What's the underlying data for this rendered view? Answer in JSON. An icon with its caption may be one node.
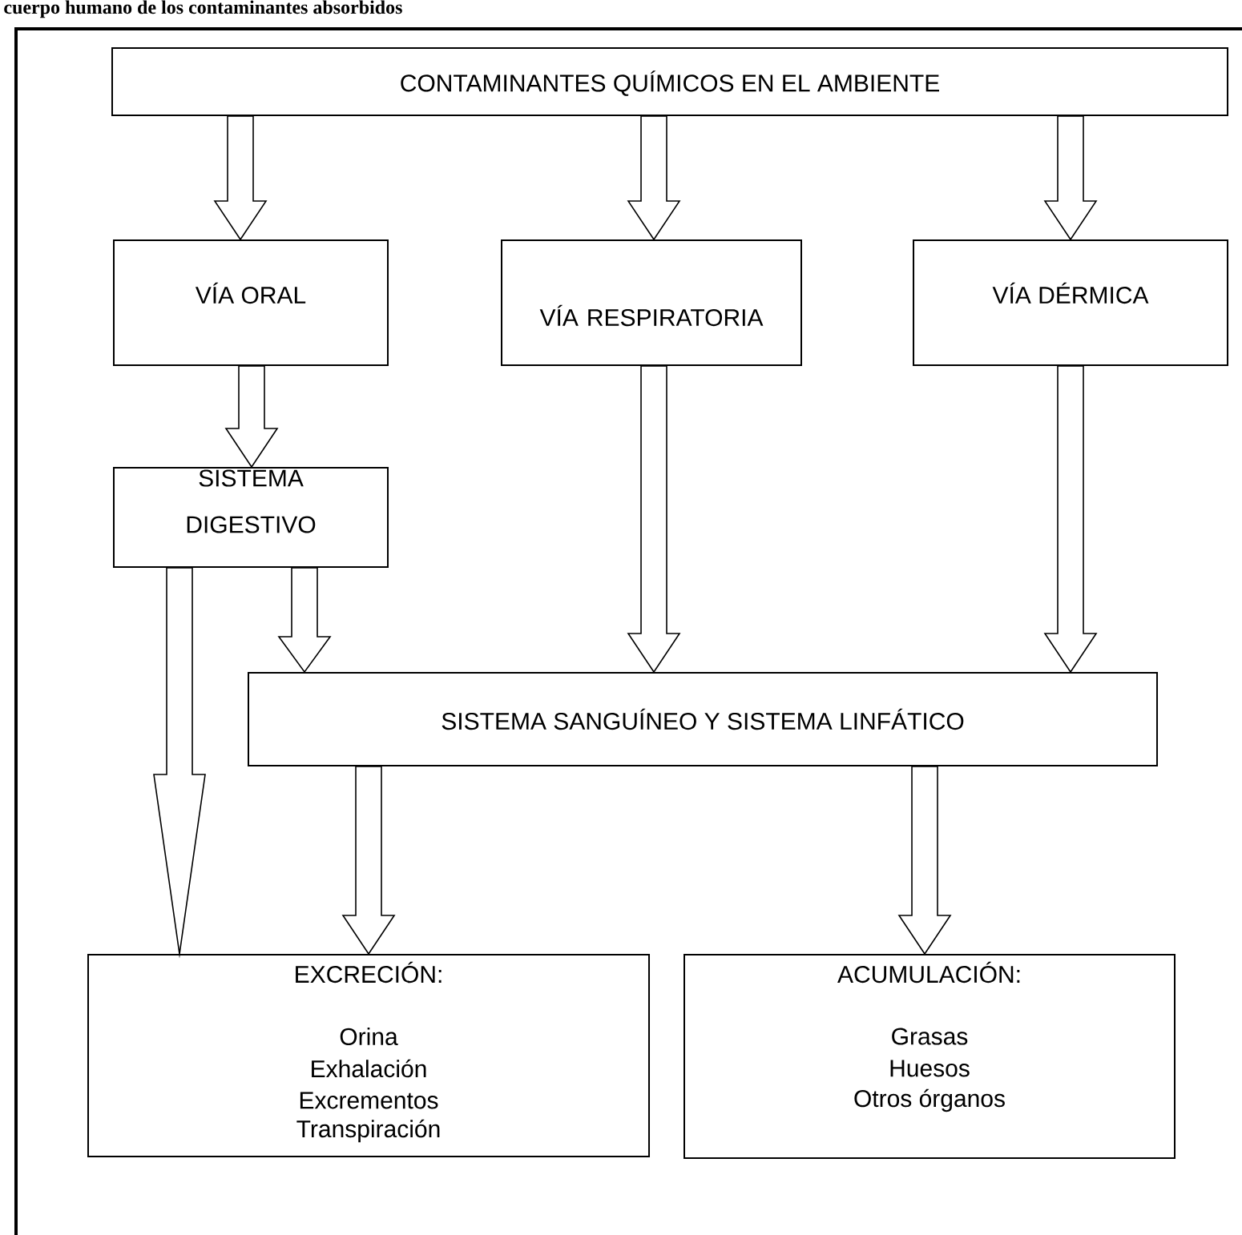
{
  "diagram": {
    "title": "cuerpo humano de los contaminantes absorbidos",
    "nodes": [
      {
        "text": [
          "CONTAMINANTES QUÍMICOS EN EL AMBIENTE"
        ]
      },
      {
        "text": [
          "VÍA ORAL"
        ]
      },
      {
        "text": [
          "VÍA RESPIRATORIA"
        ]
      },
      {
        "text": [
          "VÍA DÉRMICA"
        ]
      },
      {
        "text": [
          "SISTEMA DIGESTIVO"
        ]
      },
      {
        "text": [
          "SISTEMA SANGUÍNEO Y SISTEMA LINFÁTICO"
        ]
      },
      {
        "text": [
          "EXCRECIÓN:",
          "Orina",
          "Exhalación",
          "Excrementos",
          "Transpiración"
        ]
      },
      {
        "text": [
          "ACUMULACIÓN:",
          "Grasas",
          "Huesos",
          "Otros órganos"
        ]
      }
    ],
    "edges": [
      {
        "from": 0,
        "to": 1,
        "arrow": "to"
      },
      {
        "from": 0,
        "to": 2,
        "arrow": "to"
      },
      {
        "from": 0,
        "to": 3,
        "arrow": "to"
      },
      {
        "from": 1,
        "to": 4,
        "arrow": "to"
      },
      {
        "from": 4,
        "to": 6,
        "arrow": "to"
      },
      {
        "from": 4,
        "to": 5,
        "arrow": "to"
      },
      {
        "from": 2,
        "to": 5,
        "arrow": "to"
      },
      {
        "from": 3,
        "to": 5,
        "arrow": "to"
      },
      {
        "from": 5,
        "to": 6,
        "arrow": "to"
      },
      {
        "from": 5,
        "to": 7,
        "arrow": "to"
      }
    ]
  }
}
